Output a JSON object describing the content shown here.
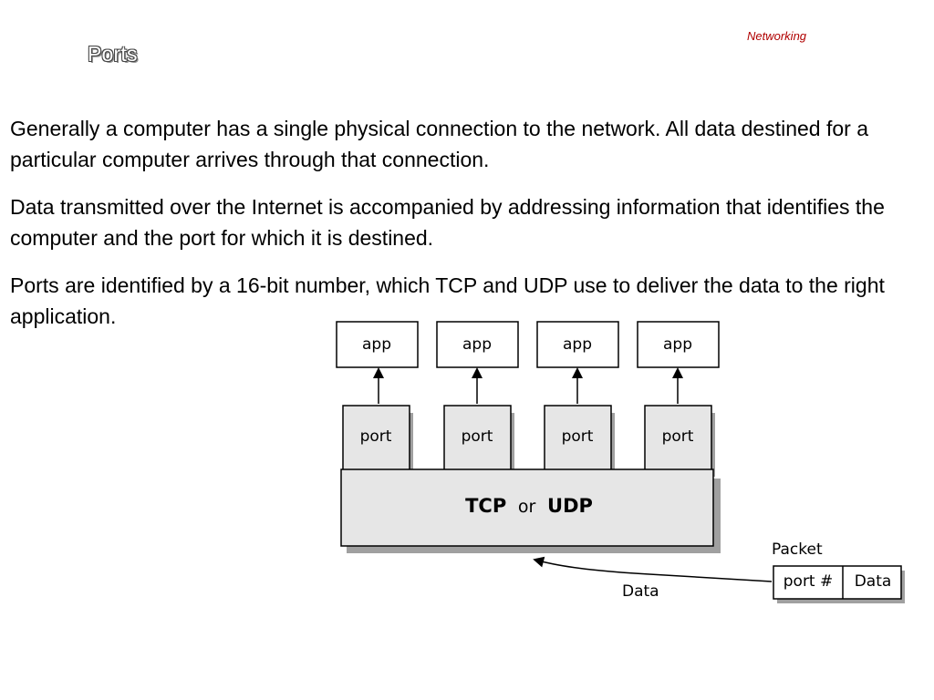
{
  "header": {
    "section_label": "Networking",
    "title": "Ports"
  },
  "body": {
    "paragraphs": [
      "Generally a computer has a single physical connection to the network. All data destined for a particular computer arrives through that connection.",
      "Data transmitted over the Internet is accompanied by addressing information that identifies the computer and the port for which it is destined.",
      "Ports are identified by a 16-bit number, which TCP and UDP use to deliver the data to the right application."
    ]
  },
  "diagram": {
    "apps": [
      "app",
      "app",
      "app",
      "app"
    ],
    "ports": [
      "port",
      "port",
      "port",
      "port"
    ],
    "transport_left": "TCP",
    "transport_or": "or",
    "transport_right": "UDP",
    "packet_label": "Packet",
    "packet_fields": [
      "port #",
      "Data"
    ],
    "arrow_label": "Data"
  },
  "colors": {
    "header_label": "#b00000",
    "box_fill": "#e6e6e6",
    "shadow": "#a0a0a0"
  }
}
